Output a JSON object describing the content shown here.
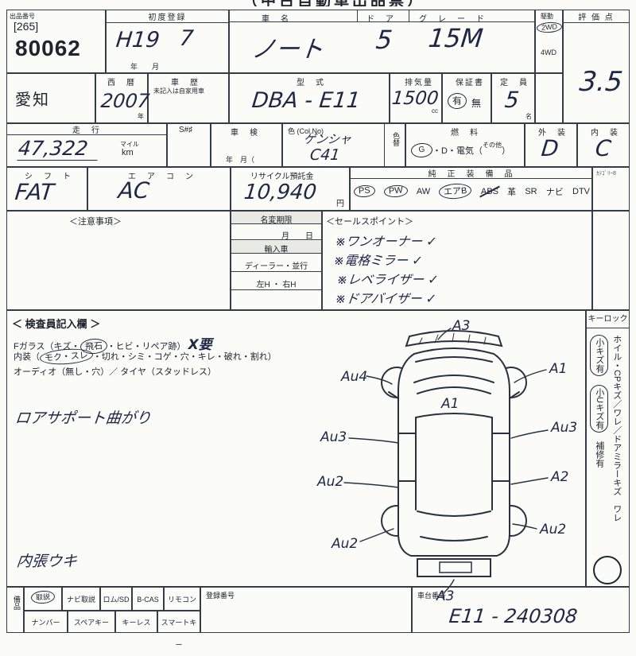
{
  "title": "（中古自動車出品票）",
  "top": {
    "lot_label": "出品番号",
    "lot_bracket": "[265]",
    "lot_no": "80062",
    "first_reg_label": "初度登録",
    "first_reg_h": "H19",
    "first_reg_m": "7",
    "first_reg_units": "年　　月",
    "name_label": "車　名",
    "name_value": "ノート",
    "door_label": "ド　ア",
    "door_value": "5",
    "grade_label": "グ　レ　ー　ド",
    "grade_value": "15M",
    "drive_label": "駆動",
    "drive_2wd": "2WD",
    "drive_4wd": "4WD",
    "score_label": "評 価 点",
    "score_value": "3.5"
  },
  "row2": {
    "pref": "愛知",
    "era_label": "西　暦",
    "era_value": "2007",
    "era_unit": "年",
    "history_label": "車　歴",
    "history_note": "未記入は自家用車",
    "model_label": "型　式",
    "model_value": "DBA - E11",
    "disp_label": "排気量",
    "disp_value": "1500",
    "disp_unit": "cc",
    "warranty_label": "保証書",
    "warranty_yes": "有",
    "warranty_no": "無",
    "capacity_label": "定　員",
    "capacity_value": "5",
    "capacity_unit": "名"
  },
  "row3": {
    "mileage_label": "走　行",
    "mileage_value": "47,322",
    "mileage_mile": "マイル",
    "mileage_km": "km",
    "s_label": "S#♯",
    "shaken_label": "車　検",
    "shaken_units": "年　月（",
    "color_label": "色 (Col.No)",
    "color_value1": "ゲンシャ",
    "color_value2": "C41",
    "color_change": "色替",
    "fuel_label": "燃　料",
    "fuel_g": "G",
    "fuel_rest": "・D・電気（",
    "fuel_other": "その他",
    "fuel_close": "）",
    "ext_label": "外　装",
    "ext_value": "D",
    "int_label": "内　装",
    "int_value": "C"
  },
  "row4": {
    "shift_label": "シ　フ　ト",
    "shift_value": "FAT",
    "ac_label": "エ　ア　コ　ン",
    "ac_value": "AC",
    "recycle_label": "リサイクル預託金",
    "recycle_value": "10,940",
    "recycle_unit": "円",
    "equip_label": "純　正　装　備　品",
    "equip_items": [
      "PS",
      "PW",
      "AW",
      "エアB",
      "ABS",
      "革",
      "SR",
      "ナビ",
      "DTV"
    ],
    "corner_note": "ｶﾃｺﾞﾘｰ8"
  },
  "row5": {
    "caution_label": "＜注意事項＞",
    "rename_label": "名変期限",
    "rename_units": "月　　日",
    "import_label": "輸入車",
    "dealer_label": "ディーラー・並行",
    "handle_label": "左H ・ 右H",
    "sales_label": "＜セールスポイント＞",
    "sales_items": [
      "※ワンオーナー ✓",
      "※電格ミラー ✓",
      "※レベライザー ✓",
      "※ドアバイザー ✓"
    ]
  },
  "inspector": {
    "title": "＜ 検査員記入欄 ＞",
    "line1_head": "Fガラス（キズ・",
    "line1_circled": "飛石",
    "line1_tail": "・ヒビ・リペア跡）",
    "line1_hand": "X要",
    "line2_head": "内装（",
    "line2_circled": "モク・スレ",
    "line2_tail": "・切れ・シミ・コゲ・穴・キレ・破れ・割れ）",
    "line3": "オーディオ（無し・穴）／ タイヤ（スタッドレス）",
    "note1": "ロアサポート曲がり",
    "note2": "内張ウキ"
  },
  "diagram": {
    "marks": [
      "A3",
      "Au4",
      "A1",
      "A1",
      "Au3",
      "Au3",
      "Au2",
      "A2",
      "Au2",
      "Au2",
      "A3"
    ]
  },
  "sidebar": {
    "keylock": "キーロック",
    "line1": "ホイル・CPキズ／ワレ／ドアミラーキズ　ワレ",
    "item1": "小キズ有",
    "item2": "小Uキズ有",
    "item3": "補修有"
  },
  "bottom": {
    "side_label": "備品",
    "rowA": [
      "取説",
      "ナビ取説",
      "ロム/SD",
      "B-CAS",
      "リモコン"
    ],
    "rowB": [
      "ナンバー",
      "スペアキー",
      "キーレス",
      "スマートキー"
    ],
    "reg_label": "登録番号",
    "vin_label": "車台番号",
    "vin_value": "E11 - 240308"
  }
}
